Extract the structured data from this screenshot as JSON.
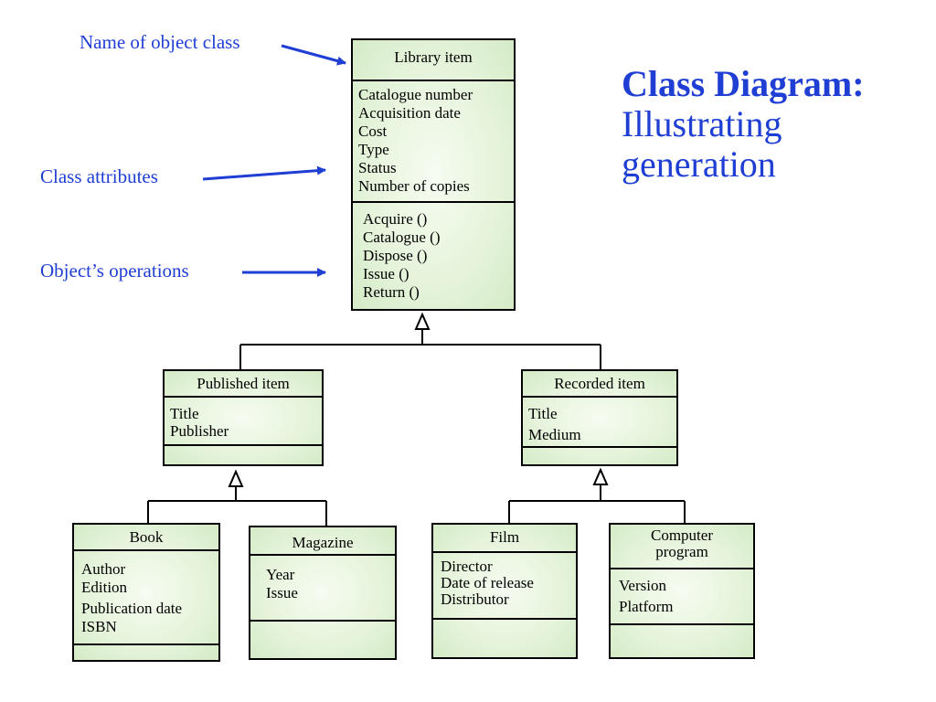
{
  "heading": {
    "title": "Class Diagram:",
    "subtitle_line1": "Illustrating",
    "subtitle_line2": "generation"
  },
  "annotations": {
    "class_name": "Name of object class",
    "attributes": "Class attributes",
    "operations": "Object’s operations"
  },
  "classes": {
    "library_item": {
      "name": "Library item",
      "attributes": [
        "Catalogue number",
        "Acquisition date",
        "Cost",
        "Type",
        "Status",
        "Number of copies"
      ],
      "operations": [
        "Acquire ()",
        "Catalogue ()",
        "Dispose ()",
        "Issue ()",
        "Return ()"
      ]
    },
    "published_item": {
      "name": "Published item",
      "attributes": [
        "Title",
        "Publisher"
      ]
    },
    "recorded_item": {
      "name": "Recorded item",
      "attributes": [
        "Title",
        "Medium"
      ]
    },
    "book": {
      "name": "Book",
      "attributes": [
        "Author",
        "Edition",
        "Publication date",
        "ISBN"
      ]
    },
    "magazine": {
      "name": "Magazine",
      "attributes": [
        "Year",
        "Issue"
      ]
    },
    "film": {
      "name": "Film",
      "attributes": [
        "Director",
        "Date of release",
        "Distributor"
      ]
    },
    "computer_program": {
      "name_line1": "Computer",
      "name_line2": "program",
      "attributes": [
        "Version",
        "Platform"
      ]
    }
  },
  "colors": {
    "annotation_blue": "#1f3ed4",
    "class_fill": "#e6f4dc",
    "border": "#000000"
  }
}
